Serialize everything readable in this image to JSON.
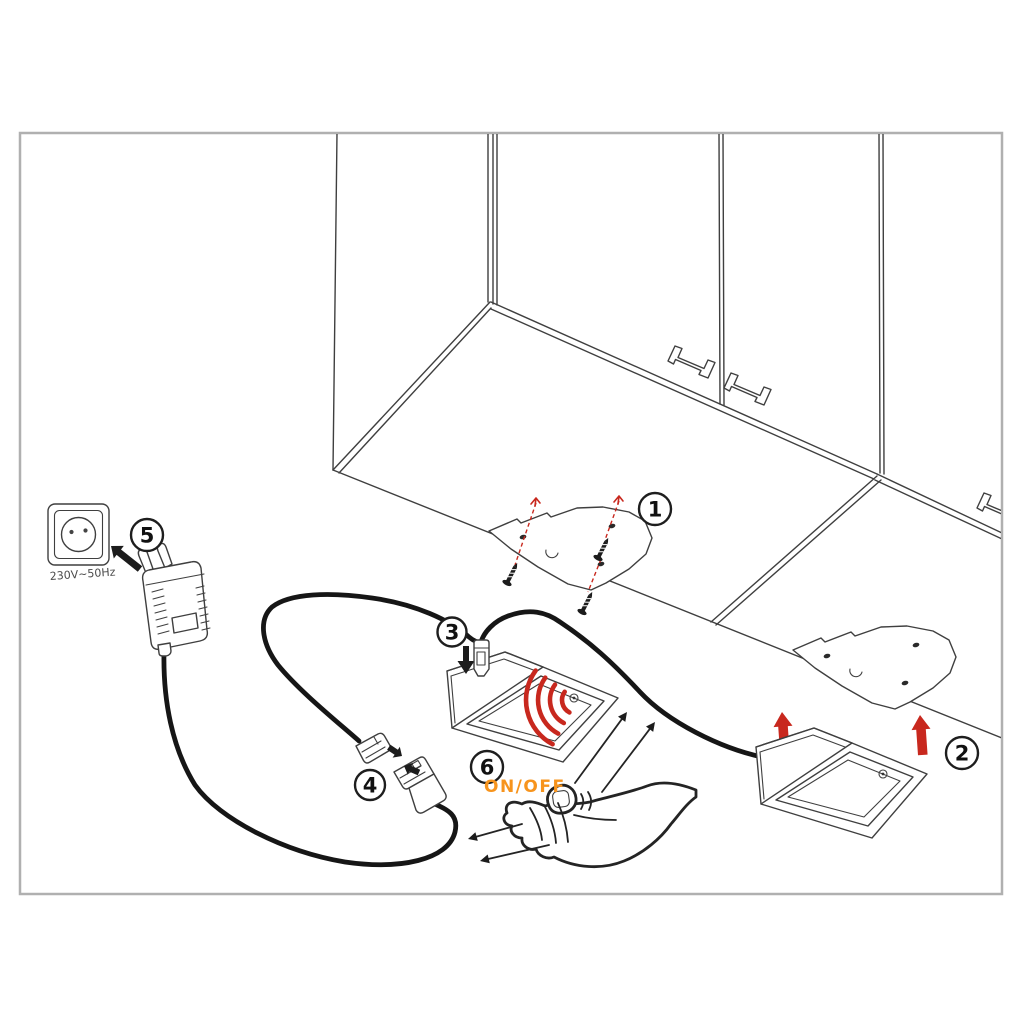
{
  "diagram": {
    "kind": "installation-instructions-under-cabinet-sensor-light",
    "colors": {
      "frame": "#b0b0b0",
      "line": "#3f3f3f",
      "cable": "#161616",
      "red": "#c8281e",
      "orange": "#f7941d"
    },
    "outlet": {
      "label": "230V~50Hz"
    },
    "sensor": {
      "onoff_label": "ON/OFF"
    },
    "steps": [
      {
        "number": "1",
        "name": "screw-mounting-plate-under-cabinet"
      },
      {
        "number": "2",
        "name": "clip-light-onto-mounting-plate"
      },
      {
        "number": "3",
        "name": "plug-connector-into-light"
      },
      {
        "number": "4",
        "name": "join-cable-connectors"
      },
      {
        "number": "5",
        "name": "plug-adapter-into-wall-socket"
      },
      {
        "number": "6",
        "name": "hand-wave-to-switch-on-off"
      }
    ]
  }
}
